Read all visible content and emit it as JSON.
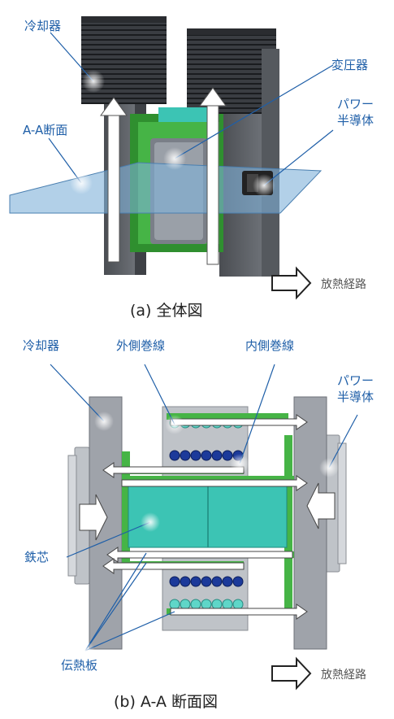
{
  "figure_a": {
    "labels": {
      "cooler": "冷却器",
      "transformer": "変圧器",
      "section": "A-A断面",
      "power_semi_line1": "パワー",
      "power_semi_line2": "半導体"
    },
    "heat_path": "放熱経路",
    "caption": "(a) 全体図"
  },
  "figure_b": {
    "labels": {
      "cooler": "冷却器",
      "outer_winding": "外側巻線",
      "inner_winding": "内側巻線",
      "power_semi_line1": "パワー",
      "power_semi_line2": "半導体",
      "core": "鉄芯",
      "heat_plate": "伝熱板"
    },
    "heat_path": "放熱経路",
    "caption": "(b) A-A 断面図"
  },
  "colors": {
    "label": "#1f5fa8",
    "cooler": "#555a60",
    "green": "#3aa53a",
    "core": "#3cc4b4",
    "plane": "#7fb0d8"
  }
}
